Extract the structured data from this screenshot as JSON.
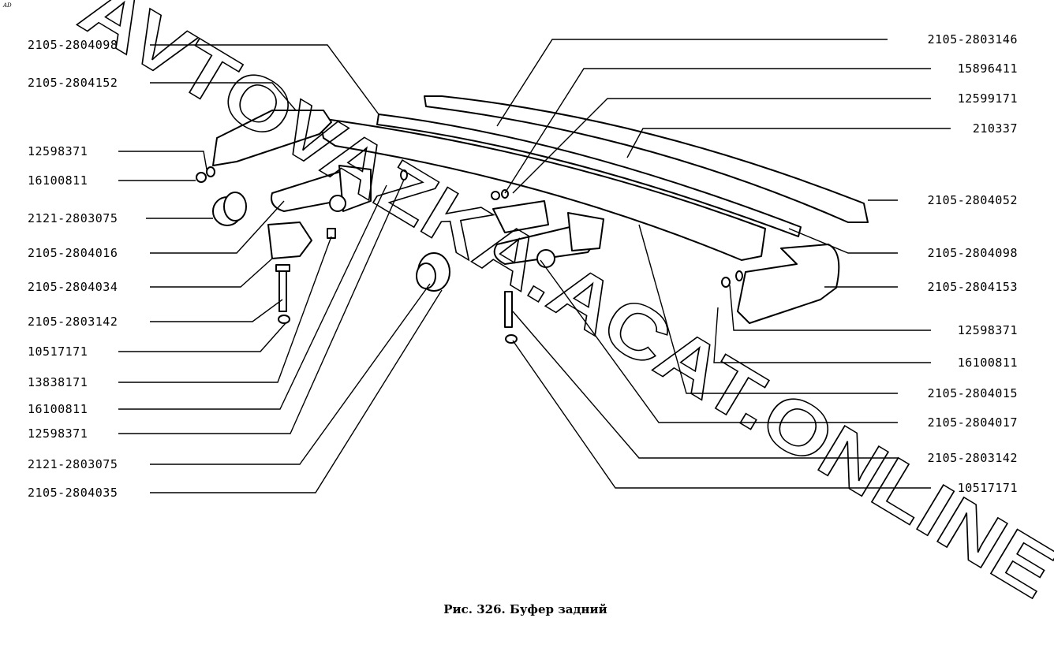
{
  "figure": {
    "corner_mark": "AD",
    "caption": "Рис. 326. Буфер задний",
    "watermark": "AVTOVAZKA.ACAT.ONLINE"
  },
  "labels_left": [
    "2105-2804098",
    "2105-2804152",
    "12598371",
    "16100811",
    "2121-2803075",
    "2105-2804016",
    "2105-2804034",
    "2105-2803142",
    "10517171",
    "13838171",
    "16100811",
    "12598371",
    "2121-2803075",
    "2105-2804035"
  ],
  "labels_right": [
    "2105-2803146",
    "15896411",
    "12599171",
    "210337",
    "2105-2804052",
    "2105-2804098",
    "2105-2804153",
    "12598371",
    "16100811",
    "2105-2804015",
    "2105-2804017",
    "2105-2803142",
    "10517171"
  ]
}
